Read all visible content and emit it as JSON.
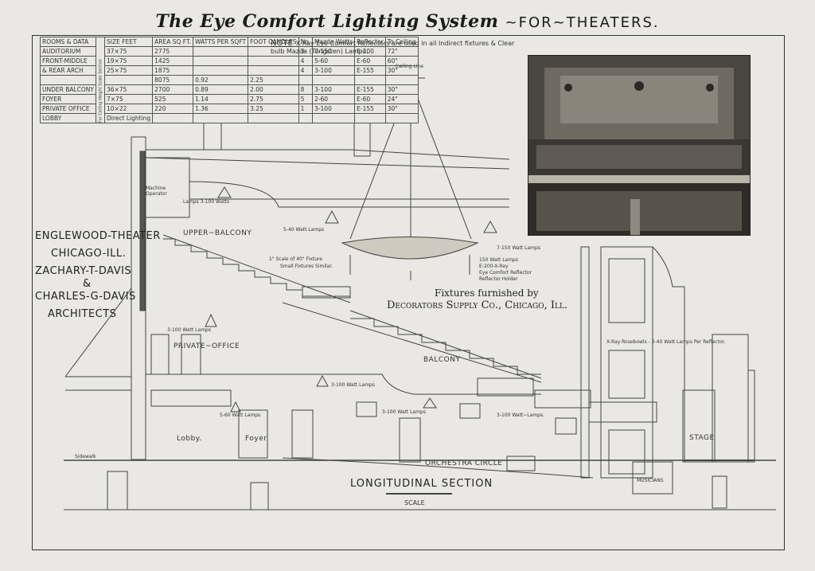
{
  "header": {
    "title_script": "The Eye Comfort Lighting System",
    "title_suffix": "~FOR~THEATERS."
  },
  "table": {
    "headers": [
      "ROOMS & DATA",
      "SIZE FEET",
      "AREA SQ FT.",
      "WATTS PER SQFT",
      "FOOT CANDLES",
      "No.",
      "Mazda Watts",
      "Reflector",
      "To Ceiling"
    ],
    "side_label": "For Ceiling Height Scale Section",
    "rows": [
      [
        "AUDITORIUM",
        "37×75",
        "2775",
        "",
        "",
        "3",
        "7-150",
        "E-200",
        "72\""
      ],
      [
        "FRONT-MIDDLE",
        "19×75",
        "1425",
        "",
        "",
        "4",
        "5-60",
        "E-60",
        "60\""
      ],
      [
        "& REAR ARCH",
        "25×75",
        "1875",
        "",
        "",
        "4",
        "3-100",
        "E-155",
        "30\""
      ],
      [
        "",
        "",
        "8075",
        "0.92",
        "2.25",
        "",
        "",
        "",
        ""
      ],
      [
        "UNDER BALCONY",
        "36×75",
        "2700",
        "0.89",
        "2.00",
        "8",
        "3-100",
        "E-155",
        "30\""
      ],
      [
        "FOYER",
        "7×75",
        "525",
        "1.14",
        "2.75",
        "5",
        "2-60",
        "E-60",
        "24\""
      ],
      [
        "PRIVATE OFFICE",
        "10×22",
        "220",
        "1.36",
        "3.25",
        "1",
        "3-100",
        "E-155",
        "30\""
      ],
      [
        "LOBBY",
        "Direct Lighting",
        "",
        "",
        "",
        "",
        "",
        "",
        ""
      ]
    ]
  },
  "note": {
    "label": "NOTE",
    "text": "X-Ray Eye Comfort Reflectors are used in all Indirect fixtures & Clear bulb Mazda (Tungsten) Lamps."
  },
  "credit": {
    "line1": "ENGLEWOOD-THEATER",
    "line2": "CHICAGO-ILL.",
    "line3": "ZACHARY-T-DAVIS",
    "line4": "&",
    "line5": "CHARLES-G-DAVIS",
    "line6": "ARCHITECTS"
  },
  "fixtures": {
    "line1": "Fixtures furnished by",
    "line2": "Decorators Supply Co., Chicago, Ill."
  },
  "labels": {
    "ceiling_line": "Ceiling Line",
    "machine_operator": "Machine Operator",
    "lamps_3_100": "Lamps 3-100 Watts",
    "upper_balcony": "UPPER~BALCONY",
    "lamps_5_40": "5-40 Watt Lamps",
    "scale_fixture": "1\" Scale of 40\" Fixture",
    "small_fixtures": "Small Fixtures Similar.",
    "lamps_7_150": "7-150 Watt Lamps",
    "fixture_detail_1": "150 Watt Lamps",
    "fixture_detail_2": "E-200-X-Ray",
    "fixture_detail_3": "Eye Comfort Reflector",
    "fixture_detail_4": "Reflector Holder",
    "lamps_3_100_b": "3-100 Watt Lamps",
    "private_office": "PRIVATE~OFFICE",
    "balcony": "BALCONY",
    "xray_rosebowls": "X-Ray Rosebowls - 2-40 Watt Lamps Per Reflector.",
    "lamps_3_100_c": "3-100 Watt Lamps",
    "lamps_5_60": "5-60 Watt Lamps",
    "lamps_3_100_d": "3-100 Watt Lamps",
    "lamps_3_100_e": "3-100 Watt~Lamps.",
    "lobby": "Lobby.",
    "foyer": "Foyer.",
    "stage": "STAGE",
    "sidewalk": "Sidewalk",
    "orchestra_circle": "ORCHESTRA CIRCLE",
    "musicians": "MUSICIANS",
    "longitudinal_section": "LONGITUDINAL SECTION",
    "scale": "SCALE"
  }
}
